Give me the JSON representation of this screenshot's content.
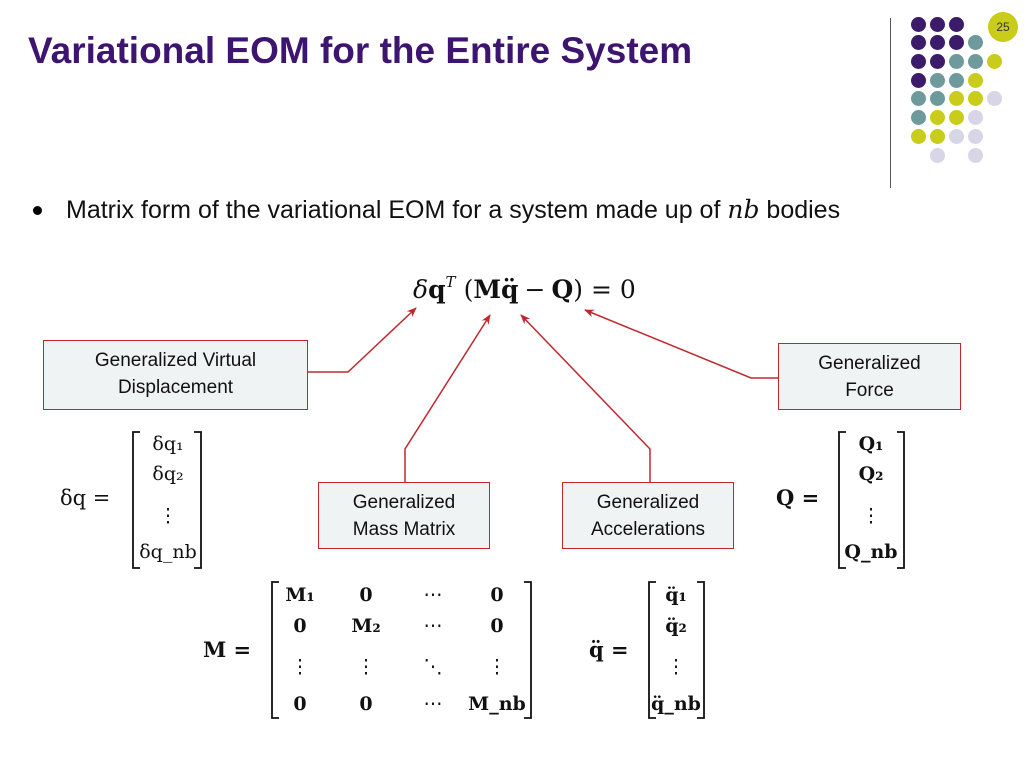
{
  "slide": {
    "title": "Variational EOM for the Entire System",
    "page_number": "25",
    "bullet": {
      "text_before": "Matrix form of the variational EOM for a system made up of ",
      "variable": "nb",
      "text_after": " bodies"
    },
    "colors": {
      "title": "#3d1470",
      "purple": "#3d1b6b",
      "teal": "#6e9a9c",
      "yellow": "#c9cc1a",
      "lavender": "#d8d6e6",
      "box_border": "#c0282e",
      "box_fill": "#f0f3f3"
    },
    "main_equation": {
      "delta": "δ",
      "q": "q",
      "T": "T",
      "M": "M",
      "qdd": "q̈",
      "minus": "−",
      "Q": "Q",
      "eq_zero": "= 0"
    },
    "labels": {
      "virtual_displacement": [
        "Generalized Virtual",
        "Displacement"
      ],
      "force": [
        "Generalized",
        "Force"
      ],
      "mass_matrix": [
        "Generalized",
        "Mass Matrix"
      ],
      "accelerations": [
        "Generalized",
        "Accelerations"
      ]
    },
    "delta_q_vector": {
      "lhs": "δq =",
      "entries": [
        "δq₁",
        "δq₂",
        "⋮",
        "δq_nb"
      ]
    },
    "Q_vector": {
      "lhs": "Q =",
      "entries": [
        "Q₁",
        "Q₂",
        "⋮",
        "Q_nb"
      ]
    },
    "M_matrix": {
      "lhs": "M =",
      "rows": [
        [
          "M₁",
          "0",
          "⋯",
          "0"
        ],
        [
          "0",
          "M₂",
          "⋯",
          "0"
        ],
        [
          "⋮",
          "⋮",
          "⋱",
          "⋮"
        ],
        [
          "0",
          "0",
          "⋯",
          "M_nb"
        ]
      ]
    },
    "qdd_vector": {
      "lhs": "q̈ =",
      "entries": [
        "q̈₁",
        "q̈₂",
        "⋮",
        "q̈_nb"
      ]
    }
  }
}
